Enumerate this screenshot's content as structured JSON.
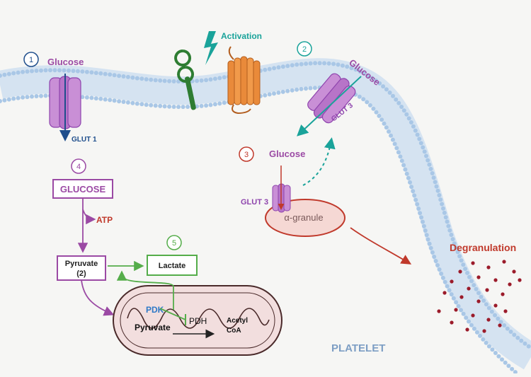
{
  "labels": {
    "activation": "Activation",
    "glucose_1": "Glucose",
    "glut1": "GLUT 1",
    "glucose_2": "Glucose",
    "glut3_membrane": "GLUT 3",
    "glucose_3": "Glucose",
    "glut3_granule": "GLUT 3",
    "alpha_granule": "α-granule",
    "glucose_box": "GLUCOSE",
    "atp": "ATP",
    "pyruvate_box_line1": "Pyruvate",
    "pyruvate_box_line2": "(2)",
    "lactate": "Lactate",
    "pdk": "PDK",
    "pyruvate_mito": "Pyruvate",
    "pdh": "PDH",
    "acetyl_line1": "Acetyl",
    "acetyl_line2": "CoA",
    "degranulation": "Degranulation",
    "platelet": "PLATELET"
  },
  "steps": [
    "1",
    "2",
    "3",
    "4",
    "5"
  ],
  "colors": {
    "background": "#f6f6f4",
    "membrane_bead": "#a9c7e6",
    "membrane_tail": "#d5e3f1",
    "glut_fill": "#c98fd6",
    "glut_stroke": "#8e44ad",
    "purple_text": "#9b4aa4",
    "blue_dark": "#1f4e8c",
    "teal": "#1aa39a",
    "red": "#c0392b",
    "orange": "#e98a3a",
    "green": "#55ad4a",
    "dark_green": "#2e7d32",
    "pdk_blue": "#2f79c7",
    "granule_fill": "#f5d8d4",
    "granule_stroke": "#c0392b",
    "mito_fill": "#f2dede",
    "mito_stroke": "#4a2a2a",
    "platelet_text": "#7d9ec4",
    "degran_dots": "#9b1b2a"
  },
  "icons": [
    "lightning-bolt-icon",
    "receptor-icon",
    "gpcr-icon",
    "glut-transporter-icon",
    "mitochondrion-icon"
  ]
}
